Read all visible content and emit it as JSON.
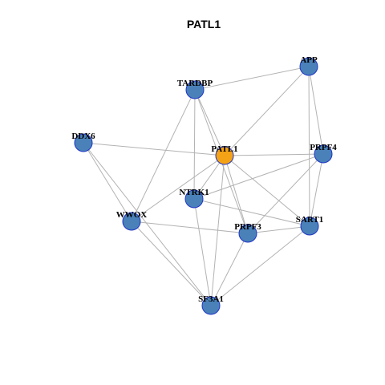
{
  "title": "PATL1",
  "colors": {
    "focus_node": "#f5a316",
    "node": "#4a81b8",
    "node_border": "#1f35c8",
    "edge": "#b3b3b3"
  },
  "nodes": [
    {
      "id": "APP",
      "label": "APP",
      "focus": false
    },
    {
      "id": "TARDBP",
      "label": "TARDBP",
      "focus": false
    },
    {
      "id": "DDX6",
      "label": "DDX6",
      "focus": false
    },
    {
      "id": "PATL1",
      "label": "PATL1",
      "focus": true
    },
    {
      "id": "PRPF4",
      "label": "PRPF4",
      "focus": false
    },
    {
      "id": "NTRK1",
      "label": "NTRK1",
      "focus": false
    },
    {
      "id": "WWOX",
      "label": "WWOX",
      "focus": false
    },
    {
      "id": "PRPF3",
      "label": "PRPF3",
      "focus": false
    },
    {
      "id": "SART1",
      "label": "SART1",
      "focus": false
    },
    {
      "id": "SF3A1",
      "label": "SF3A1",
      "focus": false
    }
  ],
  "edges": [
    [
      "APP",
      "TARDBP"
    ],
    [
      "APP",
      "PATL1"
    ],
    [
      "APP",
      "PRPF4"
    ],
    [
      "APP",
      "SART1"
    ],
    [
      "TARDBP",
      "PATL1"
    ],
    [
      "TARDBP",
      "NTRK1"
    ],
    [
      "TARDBP",
      "WWOX"
    ],
    [
      "TARDBP",
      "PRPF3"
    ],
    [
      "DDX6",
      "PATL1"
    ],
    [
      "DDX6",
      "WWOX"
    ],
    [
      "DDX6",
      "SF3A1"
    ],
    [
      "PATL1",
      "PRPF4"
    ],
    [
      "PATL1",
      "NTRK1"
    ],
    [
      "PATL1",
      "PRPF3"
    ],
    [
      "PATL1",
      "SART1"
    ],
    [
      "PATL1",
      "SF3A1"
    ],
    [
      "PATL1",
      "WWOX"
    ],
    [
      "PRPF4",
      "NTRK1"
    ],
    [
      "PRPF4",
      "PRPF3"
    ],
    [
      "PRPF4",
      "SART1"
    ],
    [
      "NTRK1",
      "SART1"
    ],
    [
      "NTRK1",
      "SF3A1"
    ],
    [
      "WWOX",
      "PRPF3"
    ],
    [
      "WWOX",
      "SF3A1"
    ],
    [
      "PRPF3",
      "SART1"
    ],
    [
      "PRPF3",
      "SF3A1"
    ],
    [
      "SART1",
      "SF3A1"
    ]
  ]
}
